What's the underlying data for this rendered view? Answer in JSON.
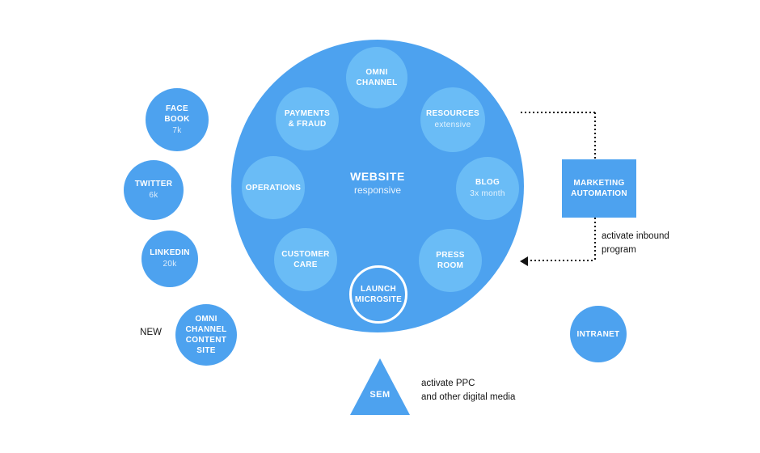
{
  "colors": {
    "primary": "#4da2ef",
    "light": "#6abcf6",
    "annotation_ink": "#141414",
    "background": "#ffffff"
  },
  "website": {
    "title": "WEBSITE",
    "subtitle": "responsive",
    "satellites": [
      {
        "id": "omni-channel",
        "label": "OMNI\nCHANNEL",
        "sub": ""
      },
      {
        "id": "payments-fraud",
        "label": "PAYMENTS\n& FRAUD",
        "sub": ""
      },
      {
        "id": "resources",
        "label": "RESOURCES",
        "sub": "extensive"
      },
      {
        "id": "operations",
        "label": "OPERATIONS",
        "sub": ""
      },
      {
        "id": "blog",
        "label": "BLOG",
        "sub": "3x month"
      },
      {
        "id": "customer-care",
        "label": "CUSTOMER\nCARE",
        "sub": ""
      },
      {
        "id": "press-room",
        "label": "PRESS\nROOM",
        "sub": ""
      },
      {
        "id": "launch-microsite",
        "label": "LAUNCH\nMICROSITE",
        "sub": ""
      }
    ]
  },
  "social": [
    {
      "id": "facebook",
      "label": "FACE\nBOOK",
      "sub": "7k"
    },
    {
      "id": "twitter",
      "label": "TWITTER",
      "sub": "6k"
    },
    {
      "id": "linkedin",
      "label": "LINKEDIN",
      "sub": "20k"
    },
    {
      "id": "omni-channel-content-site",
      "label": "OMNI\nCHANNEL\nCONTENT\nSITE",
      "sub": "",
      "tag": "NEW"
    }
  ],
  "marketing_automation": {
    "label": "MARKETING\nAUTOMATION",
    "annotation": "activate inbound\nprogram"
  },
  "intranet": {
    "label": "INTRANET"
  },
  "sem": {
    "label": "SEM",
    "annotation": "activate PPC\nand other digital media"
  }
}
